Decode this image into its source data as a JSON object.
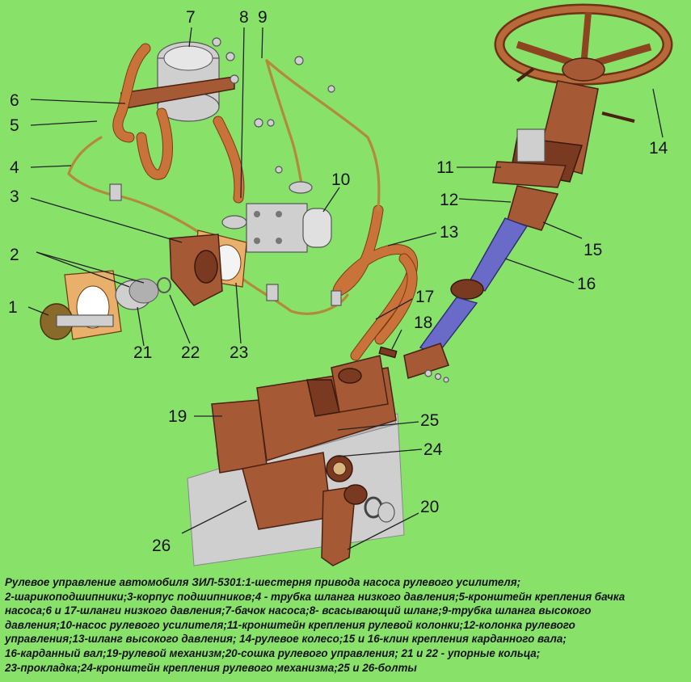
{
  "callouts": {
    "n1": "1",
    "n2": "2",
    "n3": "3",
    "n4": "4",
    "n5": "5",
    "n6": "6",
    "n7": "7",
    "n8": "8",
    "n9": "9",
    "n10": "10",
    "n11": "11",
    "n12": "12",
    "n13": "13",
    "n14": "14",
    "n15": "15",
    "n16": "16",
    "n17": "17",
    "n18": "18",
    "n19": "19",
    "n20": "20",
    "n21": "21",
    "n22": "22",
    "n23": "23",
    "n24": "24",
    "n25": "25",
    "n26": "26"
  },
  "caption": {
    "line1": "Рулевое управление автомобиля ЗИЛ-5301:1-шестерня привода насоса рулевого усилителя;",
    "line2": "2-шарикоподшипники;3-корпус подшипников;4 - трубка шланга низкого давления;5-кронштейн крепления бачка",
    "line3": "насоса;6 и 17-шланги низкого давления;7-бачок насоса;8- всасывающий шланг;9-трубка шланга высокого",
    "line4": "давления;10-насос рулевого усилителя;11-кронштейн крепления рулевой колонки;12-колонка рулевого",
    "line5": "управления;13-шланг высокого давления; 14-рулевое колесо;15 и 16-клин крепления карданного вала;",
    "line6": "16-карданный вал;19-рулевой механизм;20-сошка рулевого управления;  21 и 22 - упорные кольца;",
    "line7": "23-прокладка;24-кронштейн крепления рулевого механизма;25 и 26-болты"
  },
  "colors": {
    "background": "#88e26a",
    "hose": "#c9733a",
    "metal": "#a55a35",
    "tube": "#b38a3a",
    "shaft": "#6a6ac8"
  }
}
